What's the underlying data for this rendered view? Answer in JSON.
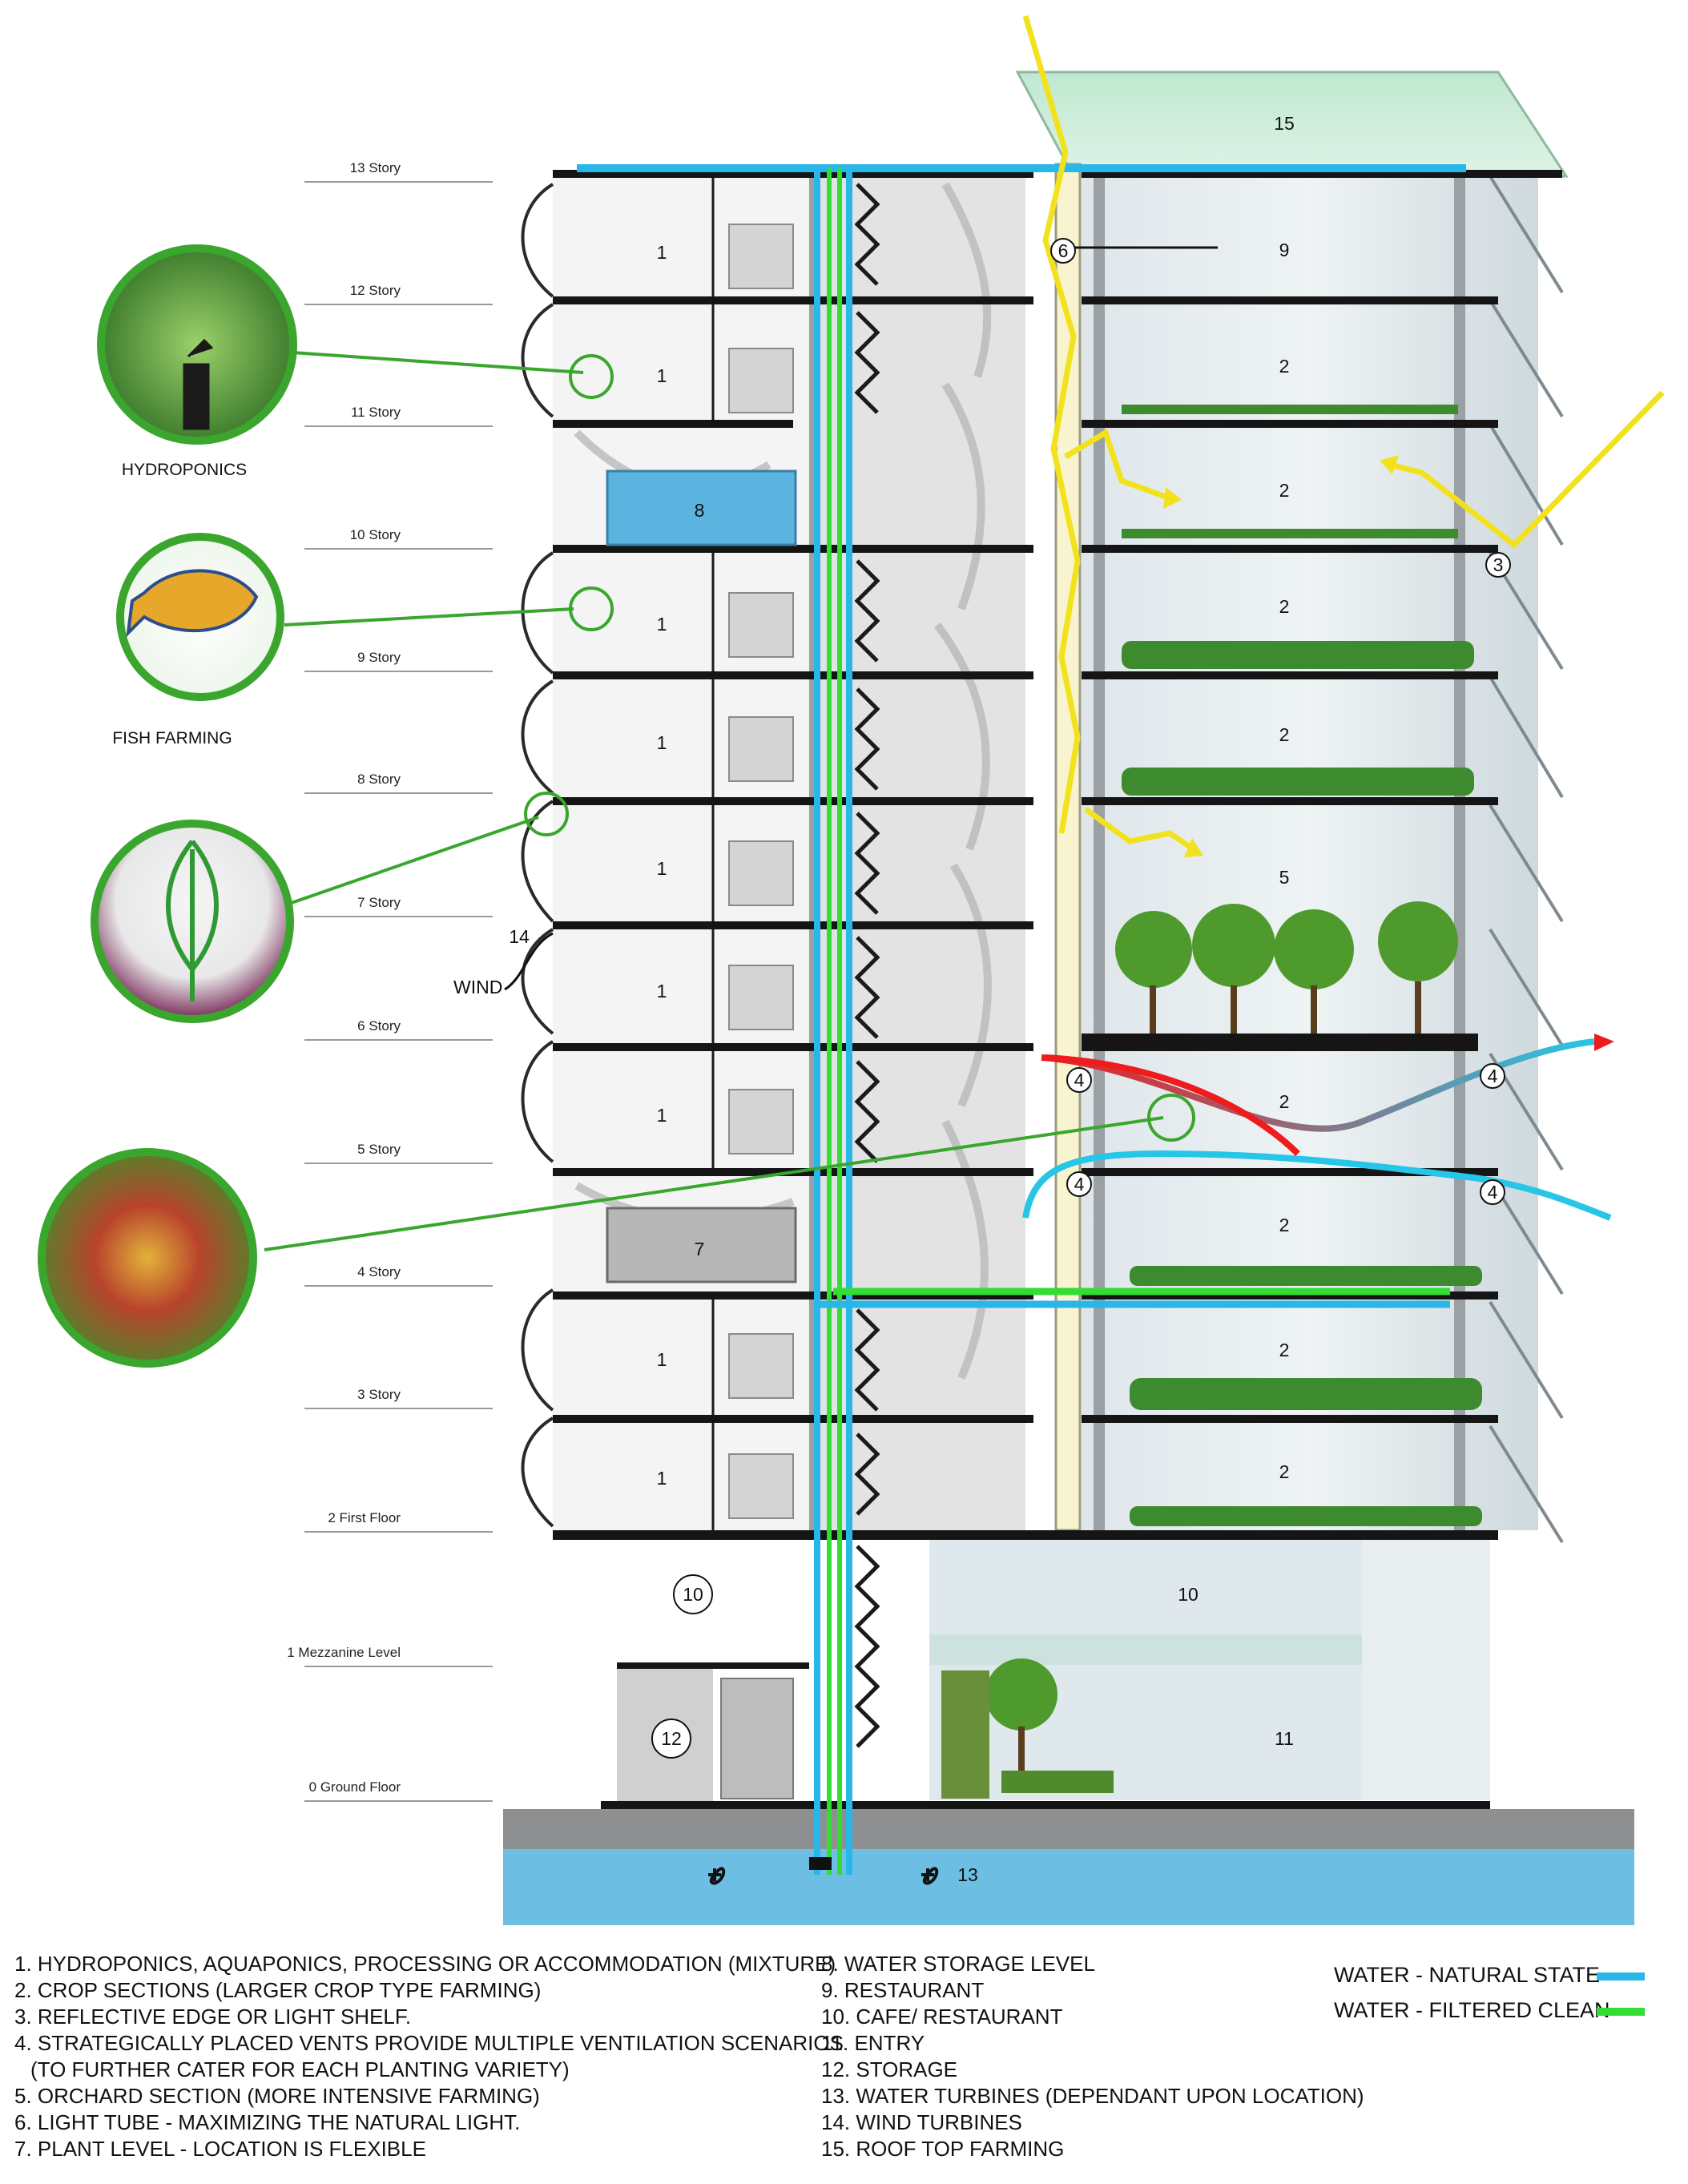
{
  "floors": [
    {
      "id": "13",
      "label": "13 Story"
    },
    {
      "id": "12",
      "label": "12 Story"
    },
    {
      "id": "11",
      "label": "11 Story"
    },
    {
      "id": "10",
      "label": "10 Story"
    },
    {
      "id": "9",
      "label": "9 Story"
    },
    {
      "id": "8",
      "label": "8 Story"
    },
    {
      "id": "7",
      "label": "7 Story"
    },
    {
      "id": "6",
      "label": "6 Story"
    },
    {
      "id": "5",
      "label": "5 Story"
    },
    {
      "id": "4",
      "label": "4 Story"
    },
    {
      "id": "3",
      "label": "3 Story"
    },
    {
      "id": "2",
      "label": "2 First Floor"
    },
    {
      "id": "1",
      "label": "1 Mezzanine Level"
    },
    {
      "id": "0",
      "label": "0 Ground Floor"
    }
  ],
  "callouts": {
    "hydroponics": "HYDROPONICS",
    "fish_farming": "FISH FARMING",
    "wind": "WIND"
  },
  "markers": {
    "m1": "1",
    "m2": "2",
    "m3": "3",
    "m4": "4",
    "m5": "5",
    "m6": "6",
    "m7": "7",
    "m8": "8",
    "m9": "9",
    "m10": "10",
    "m11": "11",
    "m12": "12",
    "m13": "13",
    "m14": "14",
    "m15": "15"
  },
  "legend_left": [
    "1. HYDROPONICS, AQUAPONICS, PROCESSING OR ACCOMMODATION (MIXTURE)",
    "2. CROP SECTIONS (LARGER CROP TYPE FARMING)",
    "3. REFLECTIVE EDGE OR LIGHT SHELF.",
    "4. STRATEGICALLY PLACED VENTS PROVIDE MULTIPLE VENTILATION SCENARIOS",
    "   (TO FURTHER CATER FOR EACH PLANTING VARIETY)",
    "5. ORCHARD SECTION (MORE INTENSIVE FARMING)",
    "6. LIGHT TUBE - MAXIMIZING THE NATURAL LIGHT.",
    "7. PLANT LEVEL - LOCATION IS FLEXIBLE"
  ],
  "legend_right": [
    "8. WATER STORAGE LEVEL",
    "9. RESTAURANT",
    "10. CAFE/ RESTAURANT",
    "11. ENTRY",
    "12. STORAGE",
    "13. WATER TURBINES (DEPENDANT UPON LOCATION)",
    "14. WIND TURBINES",
    "15. ROOF TOP FARMING"
  ],
  "water_key": [
    {
      "label": "WATER - NATURAL STATE",
      "color": "#29b6e8"
    },
    {
      "label": "WATER - FILTERED CLEAN",
      "color": "#33dd33"
    }
  ],
  "colors": {
    "water_natural": "#29b6e8",
    "water_filtered": "#33dd33",
    "sun_light": "#f2e21e",
    "air_hot": "#ee1c1c",
    "air_cool": "#27c6e8",
    "callout_green": "#3aa62e",
    "slab": "#151515",
    "storage_tank": "#5bb3df",
    "ground_water": "#6cbfe3"
  }
}
